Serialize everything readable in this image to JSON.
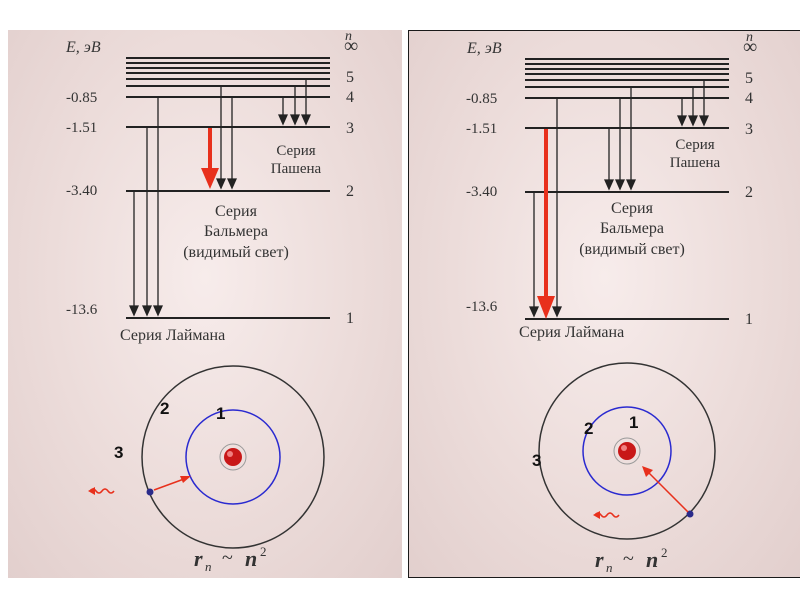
{
  "axis": {
    "energy_label": "E, эВ",
    "n_label": "n"
  },
  "levels": [
    {
      "n": "∞",
      "energy": ""
    },
    {
      "n": "5",
      "energy": ""
    },
    {
      "n": "4",
      "energy": "-0.85"
    },
    {
      "n": "3",
      "energy": "-1.51"
    },
    {
      "n": "2",
      "energy": "-3.40"
    },
    {
      "n": "1",
      "energy": "-13.6"
    }
  ],
  "series": {
    "paschen": [
      "Серия",
      "Пашена"
    ],
    "balmer": [
      "Серия",
      "Бальмера",
      "(видимый свет)"
    ],
    "lyman": "Серия  Лаймана"
  },
  "orbits": {
    "one": "1",
    "two": "2",
    "three": "3"
  },
  "formula": {
    "r": "r",
    "sub": "n",
    "tilde": "~",
    "n": "n",
    "exp": "2"
  },
  "colors": {
    "accent": "#e8301c",
    "orbit_inner": "#2a2ad0",
    "orbit_outer": "#333333",
    "nucleus": "#c81818"
  }
}
